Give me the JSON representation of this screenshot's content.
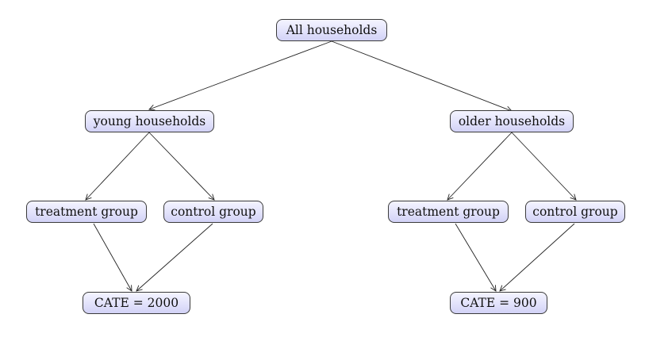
{
  "diagram": {
    "root": "All households",
    "left": {
      "group": "young households",
      "treatment": "treatment group",
      "control": "control group",
      "result": "CATE = 2000"
    },
    "right": {
      "group": "older households",
      "treatment": "treatment group",
      "control": "control group",
      "result": "CATE = 900"
    }
  },
  "colors": {
    "node_fill_top": "#f4f4ff",
    "node_fill_bottom": "#d2d2f6",
    "node_border": "#3b3b3b",
    "edge": "#222222"
  }
}
